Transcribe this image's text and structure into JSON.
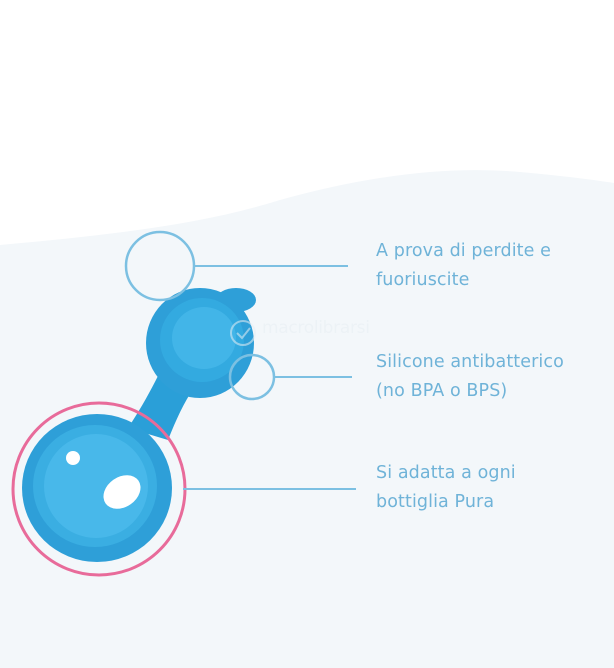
{
  "features": [
    {
      "lines": [
        "A prova di perdite e",
        "fuoriuscite"
      ]
    },
    {
      "lines": [
        "Silicone antibatterico",
        "(no BPA o BPS)"
      ]
    },
    {
      "lines": [
        "Si adatta a ogni",
        "bottiglia Pura"
      ]
    }
  ],
  "watermark": {
    "brand": "macrolibrarsi",
    "tagline": ""
  },
  "colors": {
    "background_wave": "#f3f7fa",
    "accent_blue": "#6fb3d8",
    "highlight_pink": "#e86b9a",
    "product_blue": "#2fa6dd"
  }
}
